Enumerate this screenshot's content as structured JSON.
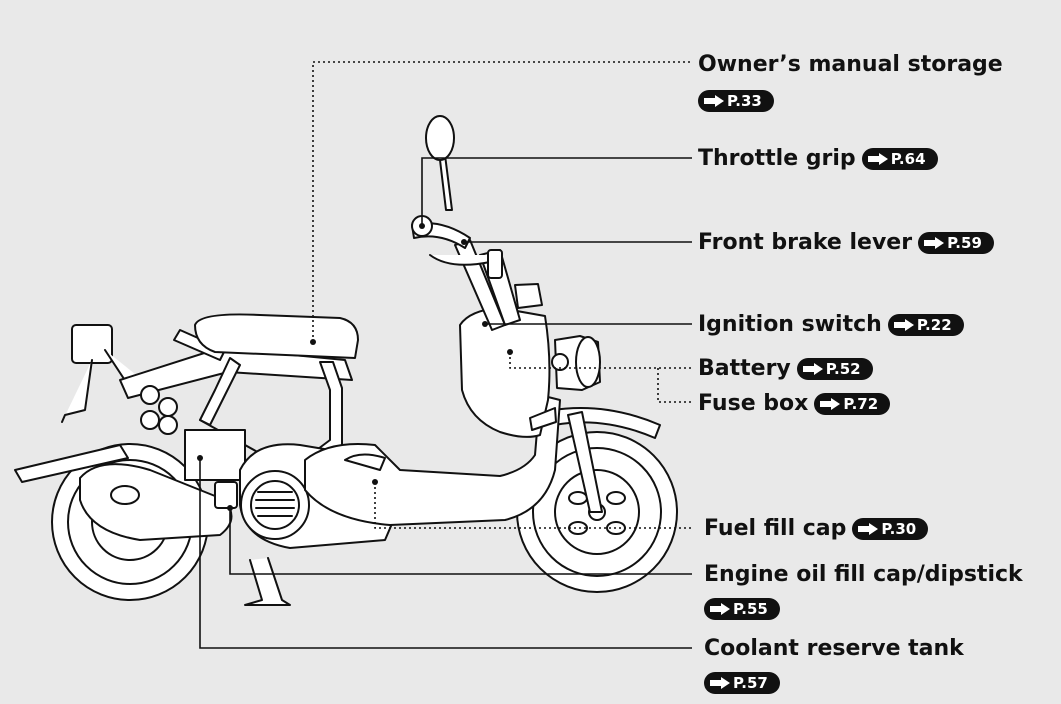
{
  "callouts": [
    {
      "id": "owners-manual-storage",
      "label": "Owner’s manual storage",
      "page": "P.33"
    },
    {
      "id": "throttle-grip",
      "label": "Throttle grip",
      "page": "P.64"
    },
    {
      "id": "front-brake-lever",
      "label": "Front brake lever",
      "page": "P.59"
    },
    {
      "id": "ignition-switch",
      "label": "Ignition switch",
      "page": "P.22"
    },
    {
      "id": "battery",
      "label": "Battery",
      "page": "P.52"
    },
    {
      "id": "fuse-box",
      "label": "Fuse box",
      "page": "P.72"
    },
    {
      "id": "fuel-fill-cap",
      "label": "Fuel fill cap",
      "page": "P.30"
    },
    {
      "id": "engine-oil-fill-cap",
      "label": "Engine oil fill cap/dipstick",
      "page": "P.55"
    },
    {
      "id": "coolant-reserve-tank",
      "label": "Coolant reserve tank",
      "page": "P.57"
    }
  ],
  "colors": {
    "background": "#e9e9e9",
    "line": "#111111",
    "fill": "#ffffff"
  },
  "icons": {
    "page_reference": "right-arrow-icon"
  }
}
